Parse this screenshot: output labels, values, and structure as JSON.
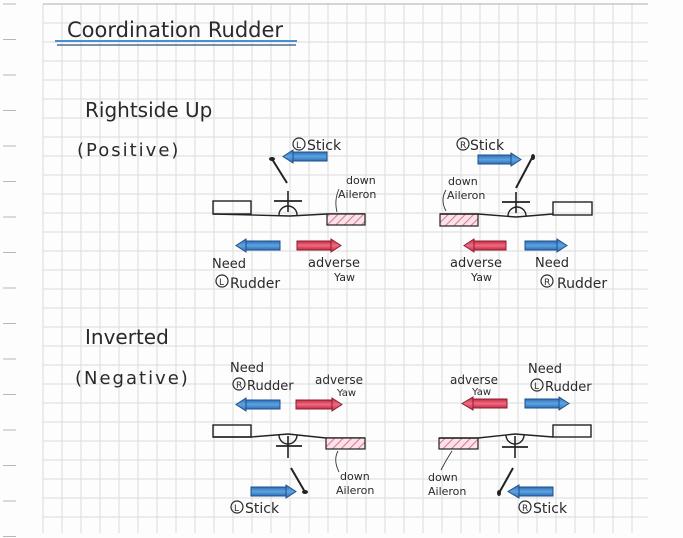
{
  "title": "Coordination Rudder",
  "colors": {
    "ink": "#2a2a2a",
    "pencil": "#555555",
    "grid": "#d9d9d9",
    "blue_arrow": "#3a7fc8",
    "red_arrow": "#d8405a",
    "aileron_hatch": "#e07a95",
    "title_underline": "#4a8fd0"
  },
  "sections": [
    {
      "heading": "Rightside Up",
      "subheading": "(Positive)",
      "panels": [
        {
          "id": "upright-left",
          "stick_label": "Stick",
          "stick_side": "L",
          "stick_arrow_direction": "left",
          "aileron_label_line1": "down",
          "aileron_label_line2": "Aileron",
          "down_aileron_wing": "right",
          "rudder_label_line1": "Need",
          "rudder_label_line2": "Rudder",
          "rudder_side": "L",
          "rudder_arrow_direction": "left",
          "yaw_label_line1": "adverse",
          "yaw_label_line2": "Yaw",
          "yaw_arrow_direction": "right"
        },
        {
          "id": "upright-right",
          "stick_label": "Stick",
          "stick_side": "R",
          "stick_arrow_direction": "right",
          "aileron_label_line1": "down",
          "aileron_label_line2": "Aileron",
          "down_aileron_wing": "left",
          "rudder_label_line1": "Need",
          "rudder_label_line2": "Rudder",
          "rudder_side": "R",
          "rudder_arrow_direction": "right",
          "yaw_label_line1": "adverse",
          "yaw_label_line2": "Yaw",
          "yaw_arrow_direction": "left"
        }
      ]
    },
    {
      "heading": "Inverted",
      "subheading": "(Negative)",
      "panels": [
        {
          "id": "inverted-left",
          "stick_label": "Stick",
          "stick_side": "L",
          "stick_arrow_direction": "right",
          "aileron_label_line1": "down",
          "aileron_label_line2": "Aileron",
          "down_aileron_wing": "right",
          "rudder_label_line1": "Need",
          "rudder_label_line2": "Rudder",
          "rudder_side": "R",
          "rudder_arrow_direction": "left",
          "yaw_label_line1": "adverse",
          "yaw_label_line2": "Yaw",
          "yaw_arrow_direction": "right"
        },
        {
          "id": "inverted-right",
          "stick_label": "Stick",
          "stick_side": "R",
          "stick_arrow_direction": "left",
          "aileron_label_line1": "down",
          "aileron_label_line2": "Aileron",
          "down_aileron_wing": "left",
          "rudder_label_line1": "Need",
          "rudder_label_line2": "Rudder",
          "rudder_side": "L",
          "rudder_arrow_direction": "right",
          "yaw_label_line1": "adverse",
          "yaw_label_line2": "Yaw",
          "yaw_arrow_direction": "left"
        }
      ]
    }
  ]
}
